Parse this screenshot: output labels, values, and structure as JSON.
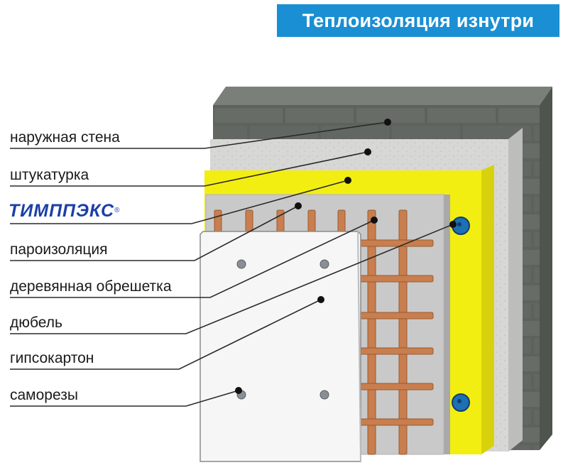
{
  "title": "Теплоизоляция изнутри",
  "brand": {
    "text": "ТИМППЭКС",
    "mark": "®"
  },
  "labels": {
    "outer_wall": "наружная стена",
    "plaster": "штукатурка",
    "vapor_barrier": "пароизоляция",
    "wooden_battens": "деревянная обрешетка",
    "dowel": "дюбель",
    "drywall": "гипсокартон",
    "screws": "саморезы"
  },
  "colors": {
    "banner": "#1a8fd3",
    "wall": "#5d635c",
    "plaster": "#d7d8d6",
    "insulation": "#f3ee12",
    "vapor_barrier": "#c9c9c9",
    "wood": "#c87e4e",
    "drywall": "#f6f6f6",
    "dowel": "#1e6fb3"
  }
}
